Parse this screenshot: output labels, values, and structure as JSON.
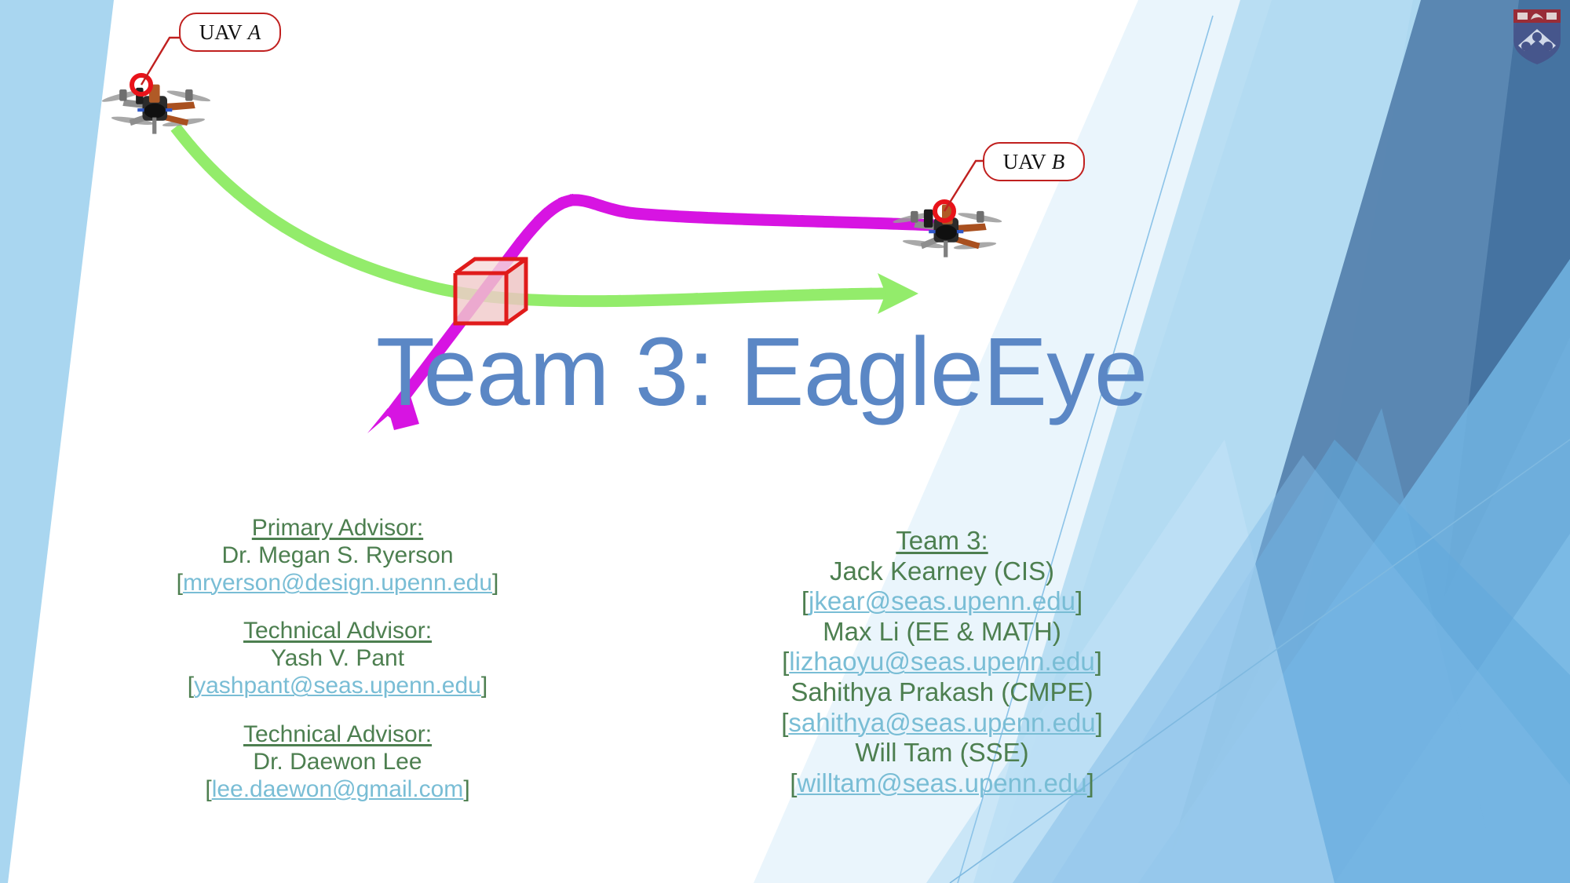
{
  "slide": {
    "title": "Team 3: EagleEye",
    "title_color": "#5b87c5",
    "background_theme_color": "#8fc3e8"
  },
  "logo": {
    "name": "penn-shield-logo",
    "alt": "University of Pennsylvania shield"
  },
  "diagram": {
    "uav_a": {
      "callout_prefix": "UAV",
      "callout_var": "A",
      "marker_color": "#e8131a"
    },
    "uav_b": {
      "callout_prefix": "UAV",
      "callout_var": "B",
      "marker_color": "#e8131a"
    },
    "trajectory_a": {
      "name": "uav-a-trajectory",
      "color": "#93ec6b",
      "style": "dotted",
      "arrow": "right"
    },
    "trajectory_b": {
      "name": "uav-b-trajectory",
      "color": "#d714e2",
      "style": "dotted",
      "arrow": "down-left"
    },
    "obstacle": {
      "name": "obstacle-cube",
      "edge_color": "#e01b1b",
      "face_color": "#f2cfcf"
    }
  },
  "advisors": {
    "blocks": [
      {
        "heading": "Primary Advisor:",
        "name": "Dr. Megan S. Ryerson",
        "email": "mryerson@design.upenn.edu"
      },
      {
        "heading": "Technical Advisor:",
        "name": "Yash V. Pant",
        "email": "yashpant@seas.upenn.edu"
      },
      {
        "heading": "Technical Advisor:",
        "name": "Dr. Daewon Lee",
        "email": "lee.daewon@gmail.com"
      }
    ]
  },
  "team": {
    "heading": "Team 3:",
    "members": [
      {
        "name": "Jack Kearney (CIS)",
        "email": "jkear@seas.upenn.edu"
      },
      {
        "name": "Max Li (EE & MATH)",
        "email": "lizhaoyu@seas.upenn.edu"
      },
      {
        "name": "Sahithya Prakash (CMPE)",
        "email": "sahithya@seas.upenn.edu"
      },
      {
        "name": "Will Tam (SSE)",
        "email": "willtam@seas.upenn.edu"
      }
    ]
  },
  "brackets": {
    "open": "[",
    "close": "]"
  }
}
